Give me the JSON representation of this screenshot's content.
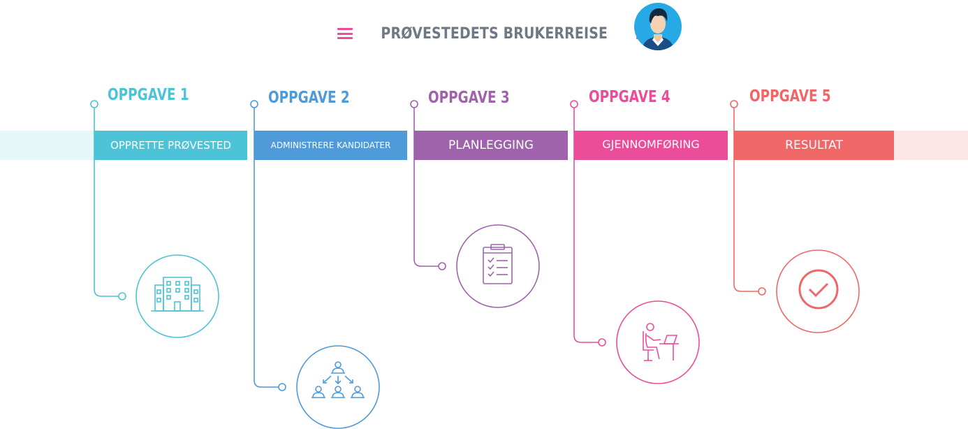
{
  "header": {
    "title": "PRØVESTEDETS BRUKERREISE",
    "menu_icon": "hamburger-icon",
    "avatar_icon": "user-avatar-icon"
  },
  "colors": {
    "title": "#6f7885",
    "menu": "#ec4d9a",
    "band_left": "#e6f7fa",
    "band_right": "#fde6e8"
  },
  "steps": [
    {
      "label": "OPPGAVE 1",
      "bar": "OPPRETTE PRØVESTED",
      "color": "#4cc3d6",
      "icon": "office-building-icon"
    },
    {
      "label": "OPPGAVE 2",
      "bar": "ADMINISTRERE KANDIDATER",
      "color": "#4f9ad8",
      "icon": "candidate-hierarchy-icon"
    },
    {
      "label": "OPPGAVE 3",
      "bar": "PLANLEGGING",
      "color": "#9f63ac",
      "icon": "clipboard-checklist-icon"
    },
    {
      "label": "OPPGAVE 4",
      "bar": "GJENNOMFØRING",
      "color": "#eb4d9b",
      "icon": "person-at-desk-icon"
    },
    {
      "label": "OPPGAVE 5",
      "bar": "RESULTAT",
      "color": "#ef6767",
      "icon": "checkmark-circle-icon"
    }
  ]
}
